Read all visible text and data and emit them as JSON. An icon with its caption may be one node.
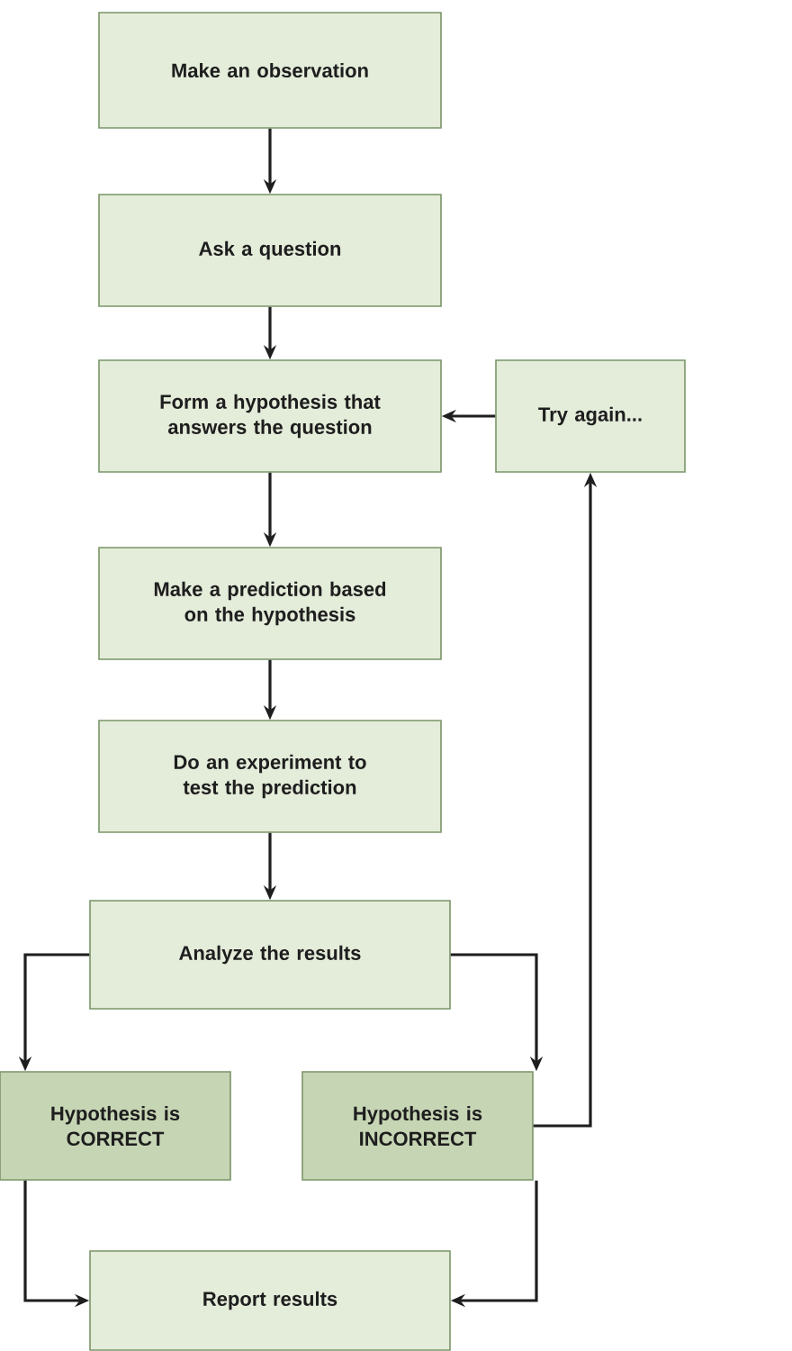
{
  "diagram": {
    "nodes": [
      {
        "text": [
          "Make an observation"
        ]
      },
      {
        "text": [
          "Ask a question"
        ]
      },
      {
        "text": [
          "Form a hypothesis that answers the question"
        ]
      },
      {
        "text": [
          "Try again..."
        ]
      },
      {
        "text": [
          "Make a prediction based on the hypothesis"
        ]
      },
      {
        "text": [
          "Do an experiment to test the prediction"
        ]
      },
      {
        "text": [
          "Analyze the results"
        ]
      },
      {
        "text": [
          "Hypothesis is CORRECT"
        ]
      },
      {
        "text": [
          "Hypothesis is INCORRECT"
        ]
      },
      {
        "text": [
          "Report results"
        ]
      }
    ],
    "edges": [
      {
        "from": 0,
        "to": 1,
        "arrow": "to"
      },
      {
        "from": 1,
        "to": 2,
        "arrow": "to"
      },
      {
        "from": 2,
        "to": 4,
        "arrow": "to"
      },
      {
        "from": 4,
        "to": 5,
        "arrow": "to"
      },
      {
        "from": 5,
        "to": 6,
        "arrow": "to"
      },
      {
        "from": 6,
        "to": 7,
        "arrow": "to"
      },
      {
        "from": 6,
        "to": 8,
        "arrow": "to"
      },
      {
        "from": 8,
        "to": 3,
        "arrow": "to"
      },
      {
        "from": 3,
        "to": 2,
        "arrow": "to"
      },
      {
        "from": 7,
        "to": 9,
        "arrow": "to"
      },
      {
        "from": 8,
        "to": 9,
        "arrow": "to"
      }
    ]
  }
}
